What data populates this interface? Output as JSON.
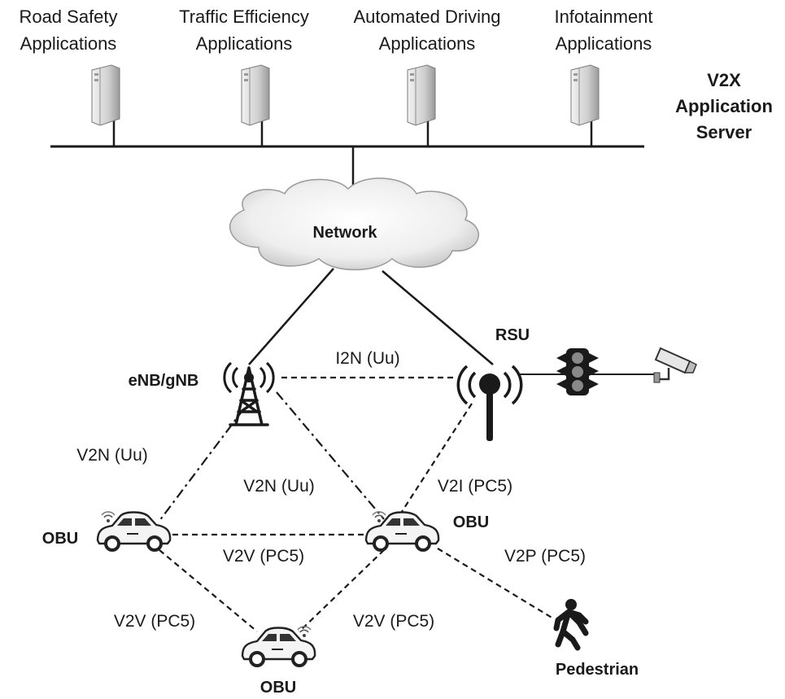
{
  "applications": [
    {
      "line1": "Road Safety",
      "line2": "Applications"
    },
    {
      "line1": "Traffic Efficiency",
      "line2": "Applications"
    },
    {
      "line1": "Automated Driving",
      "line2": "Applications"
    },
    {
      "line1": "Infotainment",
      "line2": "Applications"
    }
  ],
  "server": {
    "line1": "V2X",
    "line2": "Application",
    "line3": "Server"
  },
  "network": "Network",
  "nodes": {
    "base_station": "eNB/gNB",
    "rsu": "RSU",
    "obu_left": "OBU",
    "obu_right": "OBU",
    "obu_bottom": "OBU",
    "pedestrian": "Pedestrian"
  },
  "links": {
    "i2n": "I2N (Uu)",
    "v2n_left": "V2N (Uu)",
    "v2n_center": "V2N (Uu)",
    "v2i": "V2I (PC5)",
    "v2v_top": "V2V (PC5)",
    "v2p": "V2P (PC5)",
    "v2v_bottom_left": "V2V (PC5)",
    "v2v_bottom_right": "V2V (PC5)"
  }
}
